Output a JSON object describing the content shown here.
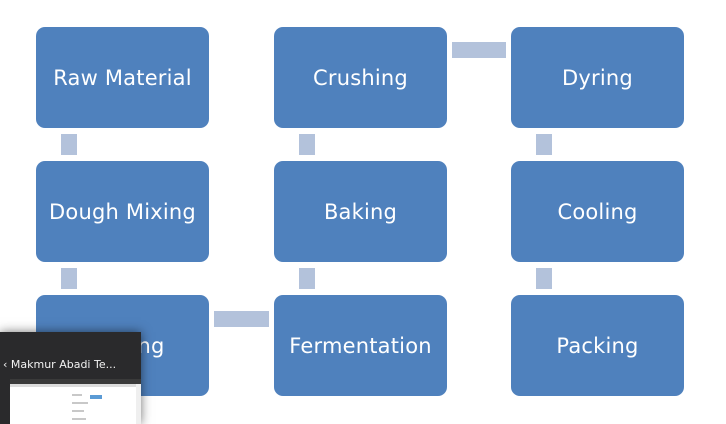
{
  "nodes": {
    "raw_material": "Raw Material",
    "dough_mixing": "Dough Mixing",
    "molding": "Molding",
    "crushing": "Crushing",
    "baking": "Baking",
    "fermentation": "Fermentation",
    "drying": "Dyring",
    "cooling": "Cooling",
    "packing": "Packing"
  },
  "thumbnail": {
    "title": "‹ Makmur Abadi Te..."
  },
  "colors": {
    "node_fill": "#4f81bd",
    "connector": "#b3c2db",
    "text": "#ffffff"
  }
}
